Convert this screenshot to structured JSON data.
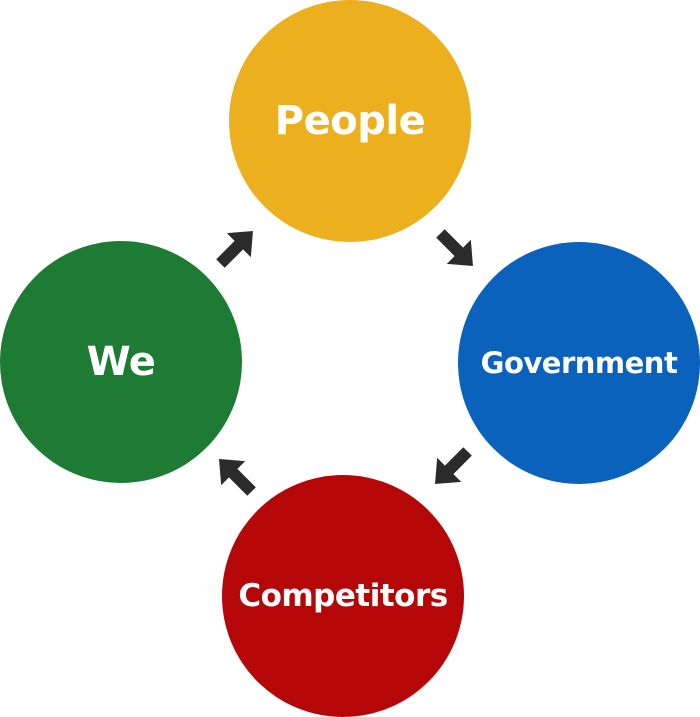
{
  "nodes": {
    "people": {
      "label": "People",
      "color": "#ECB01E",
      "icon": ""
    },
    "government": {
      "label": "Government",
      "color": "#0A62BC"
    },
    "competitors": {
      "label": "Competitors",
      "color": "#B50708"
    },
    "we": {
      "label": "We",
      "color": "#1D7B34"
    }
  },
  "arrow_color": "#2B2B2B",
  "flow": [
    "we",
    "people",
    "government",
    "competitors",
    "we"
  ]
}
